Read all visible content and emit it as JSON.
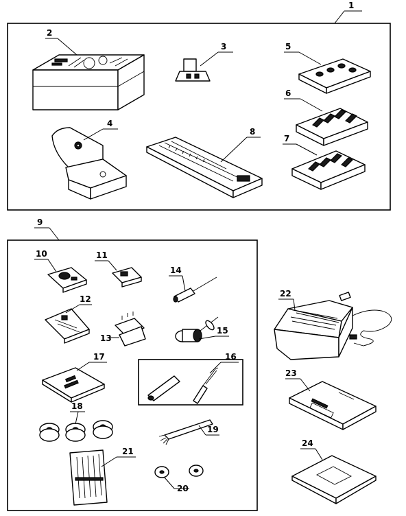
{
  "callouts": {
    "c1": "1",
    "c2": "2",
    "c3": "3",
    "c4": "4",
    "c5": "5",
    "c6": "6",
    "c7": "7",
    "c8": "8",
    "c9": "9",
    "c10": "10",
    "c11": "11",
    "c12": "12",
    "c13": "13",
    "c14": "14",
    "c15": "15",
    "c16": "16",
    "c17": "17",
    "c18": "18",
    "c19": "19",
    "c20": "20",
    "c21": "21",
    "c22": "22",
    "c23": "23",
    "c24": "24"
  },
  "colors": {
    "ink": "#000000",
    "paper": "#ffffff"
  },
  "icons": {
    "accessory_box": "box-icon",
    "presser_foot": "presser-foot-icon",
    "cam": "cam-disc-icon",
    "foot_control": "foot-pedal-icon",
    "manual": "booklet-icon"
  }
}
